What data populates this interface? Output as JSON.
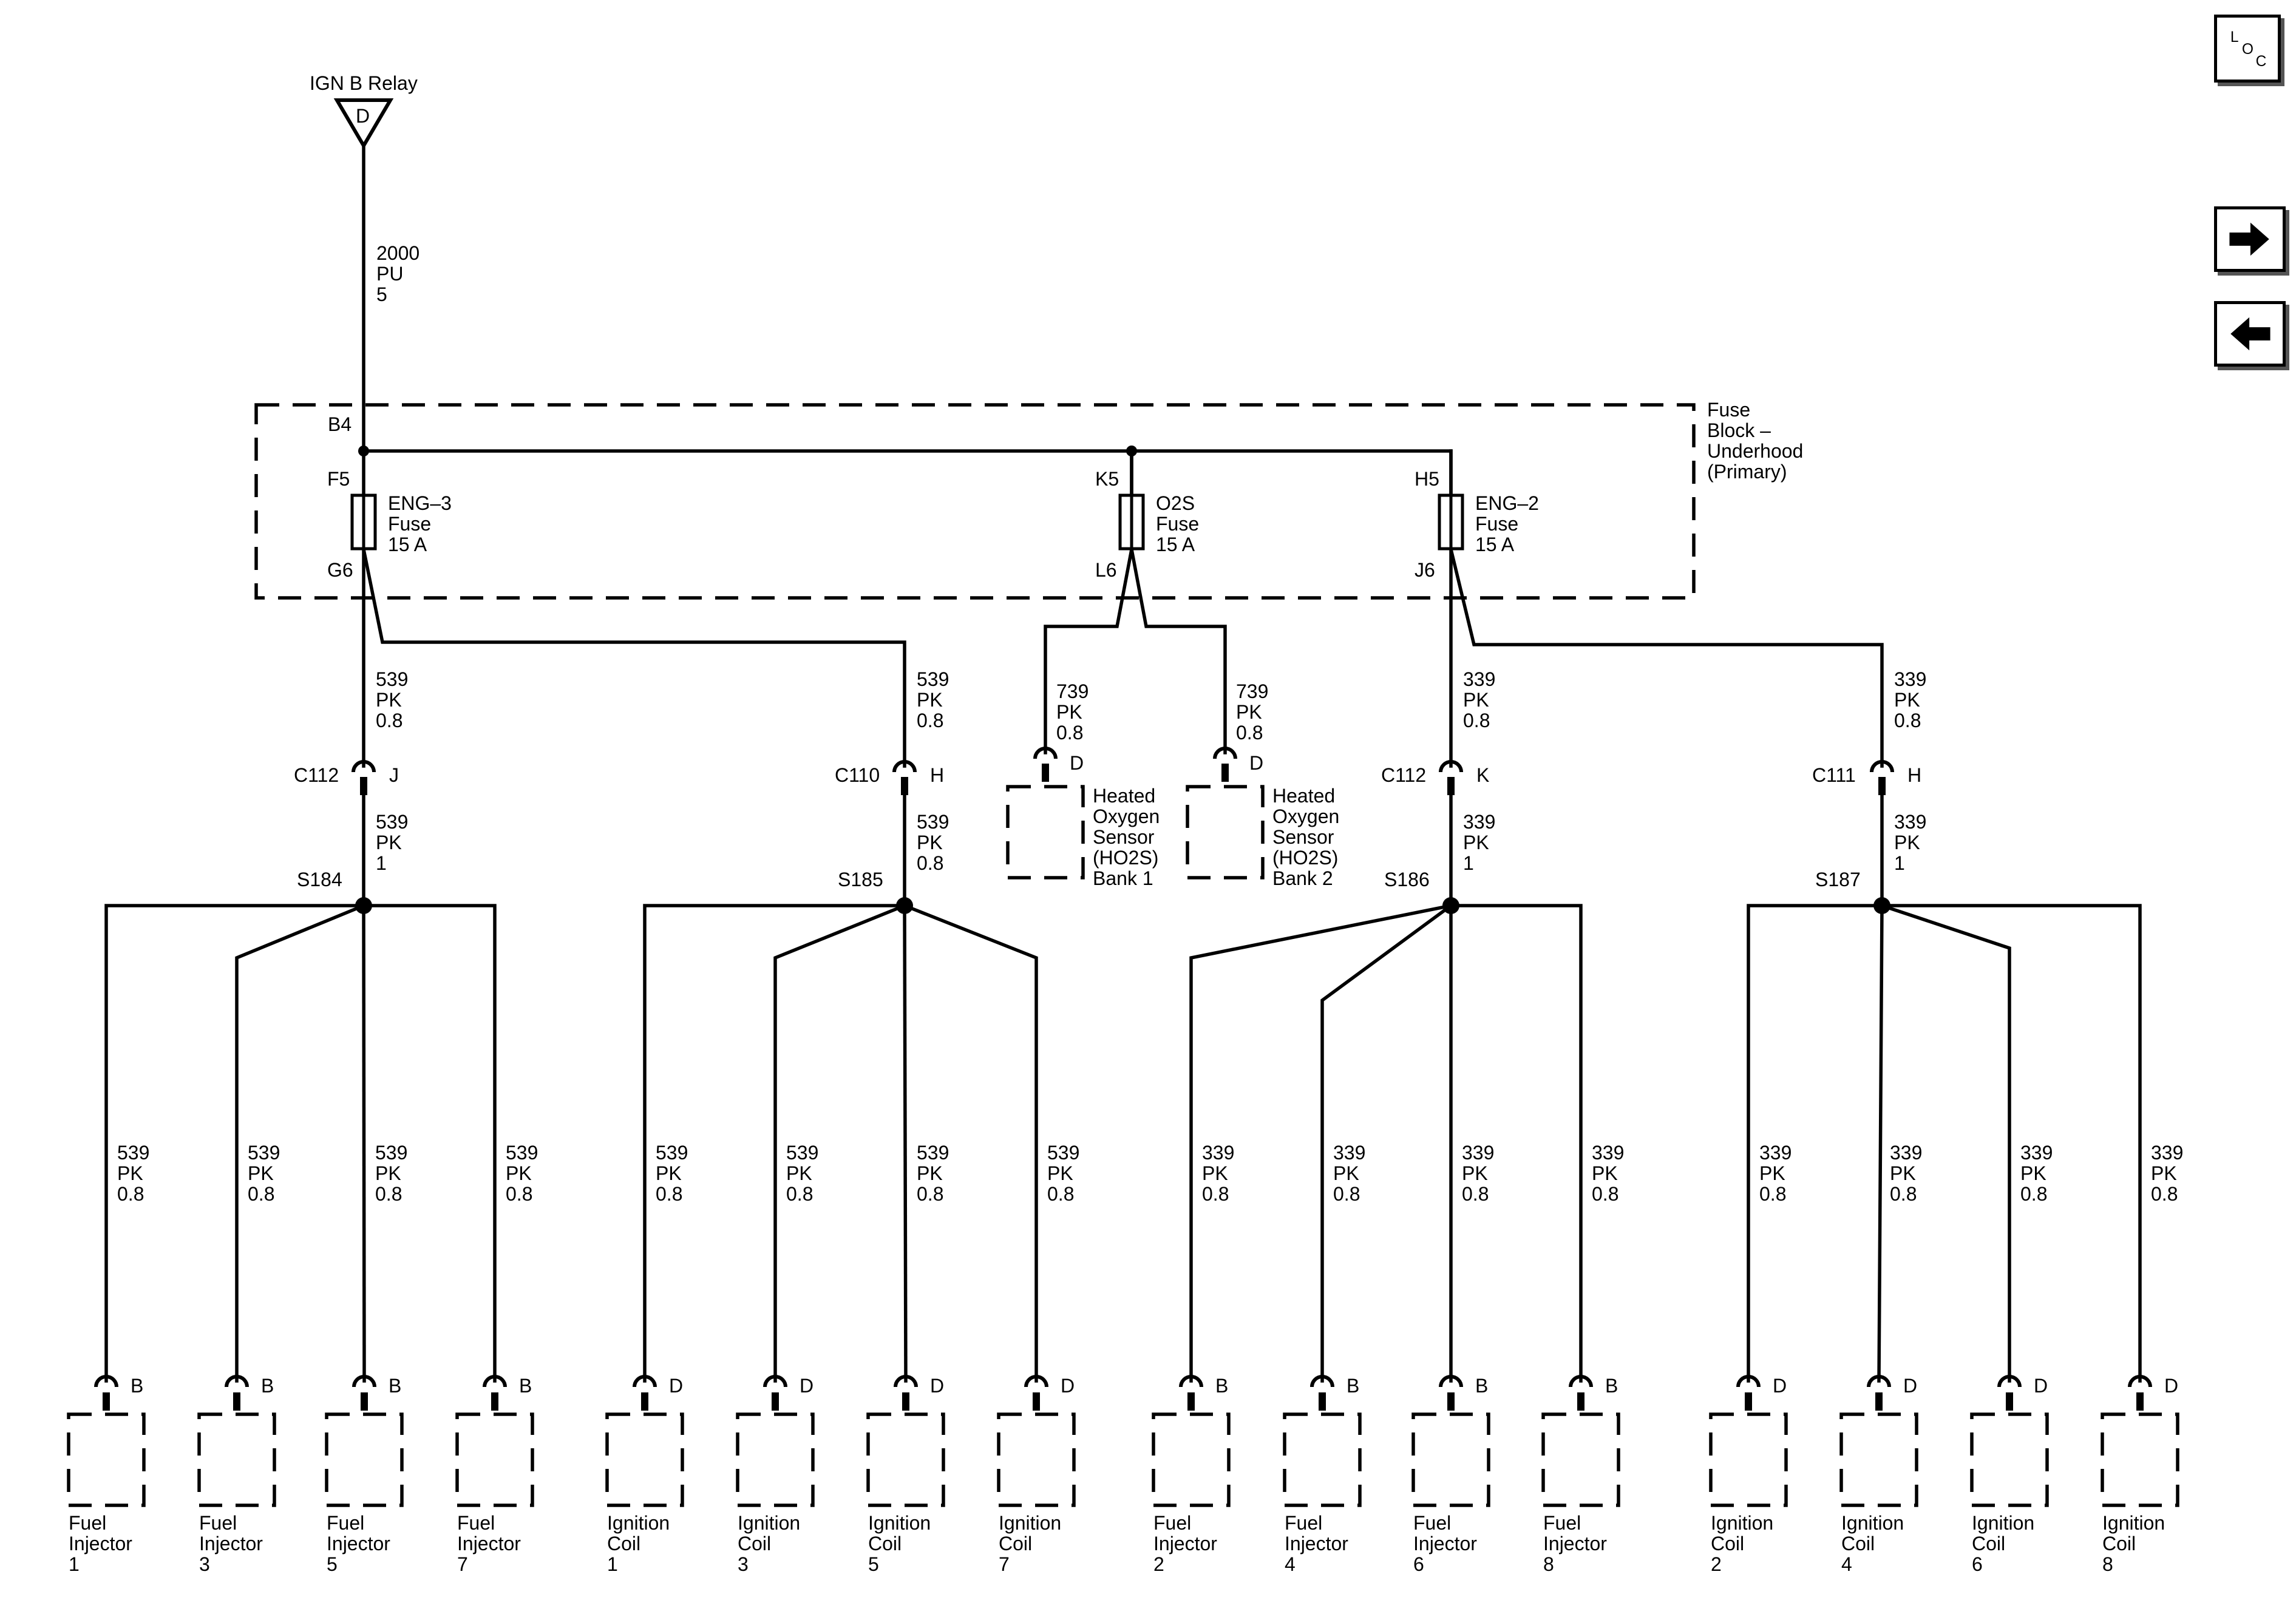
{
  "nav": {
    "loc_letters": [
      "L",
      "O",
      "C"
    ],
    "forward_icon": "arrow-right-icon",
    "back_icon": "arrow-left-icon"
  },
  "relay": {
    "label": "IGN B Relay",
    "pin": "D"
  },
  "feed_wire": [
    "2000",
    "PU",
    "5"
  ],
  "fuse_block": {
    "label": [
      "Fuse",
      "Block –",
      "Underhood",
      "(Primary)"
    ],
    "bus_pin": "B4",
    "fuses": [
      {
        "top_pin": "F5",
        "bottom_pin": "G6",
        "label": [
          "ENG–3",
          "Fuse",
          "15 A"
        ]
      },
      {
        "top_pin": "K5",
        "bottom_pin": "L6",
        "label": [
          "O2S",
          "Fuse",
          "15 A"
        ]
      },
      {
        "top_pin": "H5",
        "bottom_pin": "J6",
        "label": [
          "ENG–2",
          "Fuse",
          "15 A"
        ]
      }
    ]
  },
  "upper_wires": [
    [
      "539",
      "PK",
      "0.8"
    ],
    [
      "539",
      "PK",
      "0.8"
    ],
    [
      "339",
      "PK",
      "0.8"
    ],
    [
      "339",
      "PK",
      "0.8"
    ]
  ],
  "connectors": [
    {
      "name": "C112",
      "pin": "J"
    },
    {
      "name": "C110",
      "pin": "H"
    },
    {
      "name": "C112",
      "pin": "K"
    },
    {
      "name": "C111",
      "pin": "H"
    }
  ],
  "lower_wires": [
    [
      "539",
      "PK",
      "1"
    ],
    [
      "539",
      "PK",
      "0.8"
    ],
    [
      "339",
      "PK",
      "1"
    ],
    [
      "339",
      "PK",
      "1"
    ]
  ],
  "splices": [
    "S184",
    "S185",
    "S186",
    "S187"
  ],
  "sensors": [
    {
      "wire": [
        "739",
        "PK",
        "0.8"
      ],
      "pin": "D",
      "label": [
        "Heated",
        "Oxygen",
        "Sensor",
        "(HO2S)",
        "Bank 1"
      ]
    },
    {
      "wire": [
        "739",
        "PK",
        "0.8"
      ],
      "pin": "D",
      "label": [
        "Heated",
        "Oxygen",
        "Sensor",
        "(HO2S)",
        "Bank 2"
      ]
    }
  ],
  "branches": [
    {
      "wire": [
        "539",
        "PK",
        "0.8"
      ],
      "pin": "B",
      "label": [
        "Fuel",
        "Injector",
        "1"
      ]
    },
    {
      "wire": [
        "539",
        "PK",
        "0.8"
      ],
      "pin": "B",
      "label": [
        "Fuel",
        "Injector",
        "3"
      ]
    },
    {
      "wire": [
        "539",
        "PK",
        "0.8"
      ],
      "pin": "B",
      "label": [
        "Fuel",
        "Injector",
        "5"
      ]
    },
    {
      "wire": [
        "539",
        "PK",
        "0.8"
      ],
      "pin": "B",
      "label": [
        "Fuel",
        "Injector",
        "7"
      ]
    },
    {
      "wire": [
        "539",
        "PK",
        "0.8"
      ],
      "pin": "D",
      "label": [
        "Ignition",
        "Coil",
        "1"
      ]
    },
    {
      "wire": [
        "539",
        "PK",
        "0.8"
      ],
      "pin": "D",
      "label": [
        "Ignition",
        "Coil",
        "3"
      ]
    },
    {
      "wire": [
        "539",
        "PK",
        "0.8"
      ],
      "pin": "D",
      "label": [
        "Ignition",
        "Coil",
        "5"
      ]
    },
    {
      "wire": [
        "539",
        "PK",
        "0.8"
      ],
      "pin": "D",
      "label": [
        "Ignition",
        "Coil",
        "7"
      ]
    },
    {
      "wire": [
        "339",
        "PK",
        "0.8"
      ],
      "pin": "B",
      "label": [
        "Fuel",
        "Injector",
        "2"
      ]
    },
    {
      "wire": [
        "339",
        "PK",
        "0.8"
      ],
      "pin": "B",
      "label": [
        "Fuel",
        "Injector",
        "4"
      ]
    },
    {
      "wire": [
        "339",
        "PK",
        "0.8"
      ],
      "pin": "B",
      "label": [
        "Fuel",
        "Injector",
        "6"
      ]
    },
    {
      "wire": [
        "339",
        "PK",
        "0.8"
      ],
      "pin": "B",
      "label": [
        "Fuel",
        "Injector",
        "8"
      ]
    },
    {
      "wire": [
        "339",
        "PK",
        "0.8"
      ],
      "pin": "D",
      "label": [
        "Ignition",
        "Coil",
        "2"
      ]
    },
    {
      "wire": [
        "339",
        "PK",
        "0.8"
      ],
      "pin": "D",
      "label": [
        "Ignition",
        "Coil",
        "4"
      ]
    },
    {
      "wire": [
        "339",
        "PK",
        "0.8"
      ],
      "pin": "D",
      "label": [
        "Ignition",
        "Coil",
        "6"
      ]
    },
    {
      "wire": [
        "339",
        "PK",
        "0.8"
      ],
      "pin": "D",
      "label": [
        "Ignition",
        "Coil",
        "8"
      ]
    }
  ]
}
